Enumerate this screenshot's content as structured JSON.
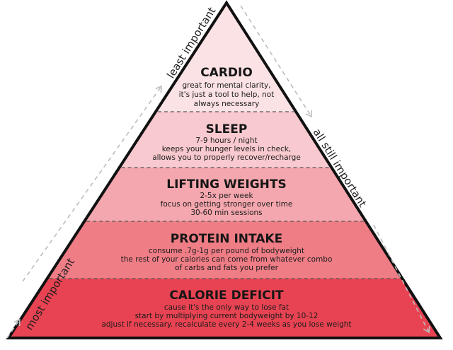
{
  "colors": {
    "outline": "#111111",
    "divider": "#555555",
    "arrow": "#bdbdbd",
    "tiers": [
      "#fbe2e4",
      "#f8c9ce",
      "#f4a7ae",
      "#ef7d86",
      "#e84352"
    ]
  },
  "labels": {
    "top_left": "least important",
    "bottom_left": "most important",
    "right": "all still important"
  },
  "tiers": [
    {
      "title": "CARDIO",
      "lines": [
        "great for mental clarity,",
        "it's just a tool to help, not",
        "always necessary"
      ]
    },
    {
      "title": "SLEEP",
      "lines": [
        "7-9 hours / night",
        "keeps your hunger levels in check,",
        "allows you to properly recover/recharge"
      ]
    },
    {
      "title": "LIFTING WEIGHTS",
      "lines": [
        "2-5x per week",
        "focus on getting stronger over time",
        "30-60 min sessions"
      ]
    },
    {
      "title": "PROTEIN INTAKE",
      "lines": [
        "consume .7g-1g per pound of bodyweight",
        "the rest of your calories can come from whatever combo",
        "of carbs and fats you prefer"
      ]
    },
    {
      "title": "CALORIE DEFICIT",
      "lines": [
        "cause it's the only way to lose fat",
        "start by multiplying current bodyweight by 10-12",
        "adjust if necessary. recalculate every 2-4 weeks as you lose weight"
      ]
    }
  ]
}
